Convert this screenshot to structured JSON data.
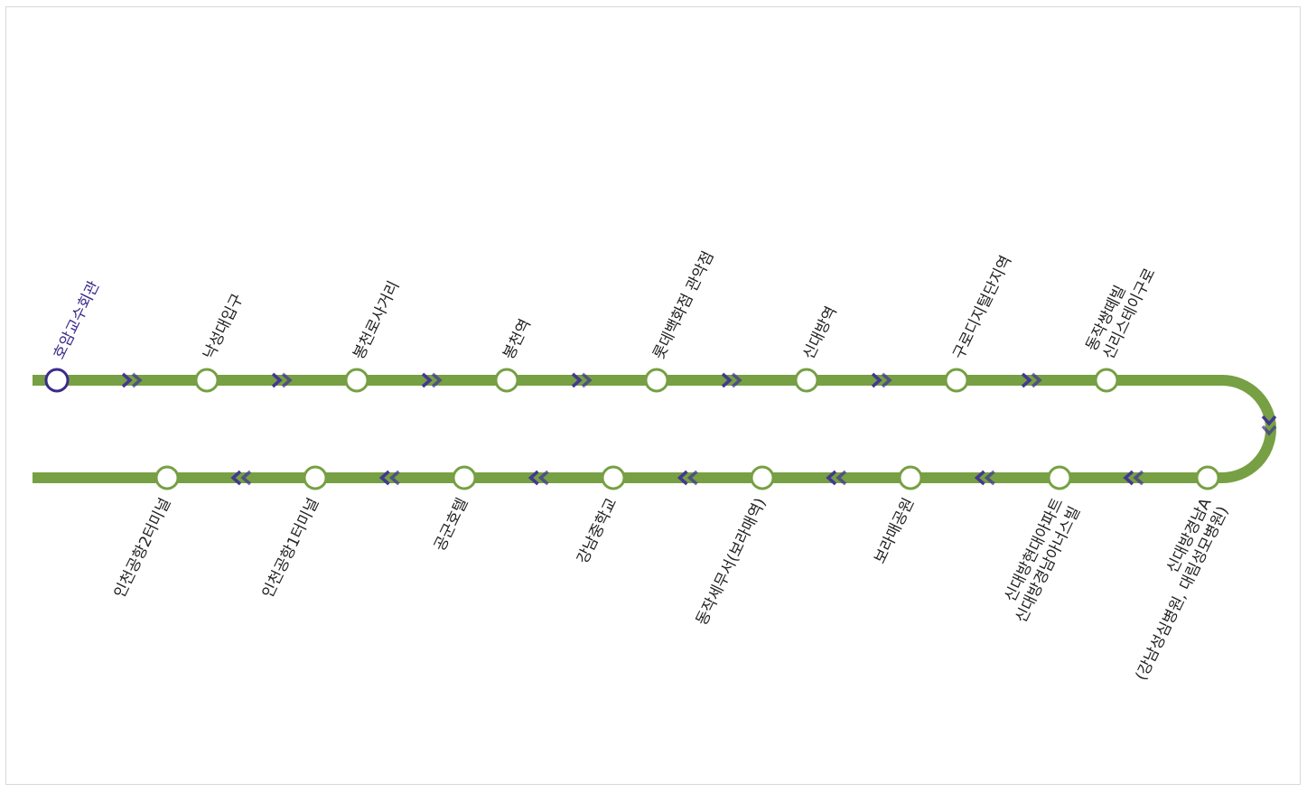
{
  "colors": {
    "line": "#76a043",
    "arrow": "#43388f",
    "current": "#3a2b8c",
    "station_fill": "#ffffff",
    "label": "#222222"
  },
  "route": {
    "current_station": "호암교수회관",
    "outbound": [
      {
        "name": [
          "호암교수회관"
        ],
        "current": true
      },
      {
        "name": [
          "낙성대입구"
        ]
      },
      {
        "name": [
          "봉천로사거리"
        ]
      },
      {
        "name": [
          "봉천역"
        ]
      },
      {
        "name": [
          "롯데백화점 관악점"
        ]
      },
      {
        "name": [
          "신대방역"
        ]
      },
      {
        "name": [
          "구로디지털단지역"
        ]
      },
      {
        "name": [
          "동작쌍떼빌",
          "신리스테이구로"
        ]
      }
    ],
    "inbound": [
      {
        "name": [
          "신대방경남A",
          "(강남성심병원, 대림성모병원)"
        ]
      },
      {
        "name": [
          "신대방현대아파트",
          "신대방경남아너스빌"
        ]
      },
      {
        "name": [
          "보라매공원"
        ]
      },
      {
        "name": [
          "동작세무서(보라매역)"
        ]
      },
      {
        "name": [
          "강남중학교"
        ]
      },
      {
        "name": [
          "공군호텔"
        ]
      },
      {
        "name": [
          "인천공항1터미널"
        ]
      },
      {
        "name": [
          "인천공항2터미널"
        ]
      }
    ]
  }
}
